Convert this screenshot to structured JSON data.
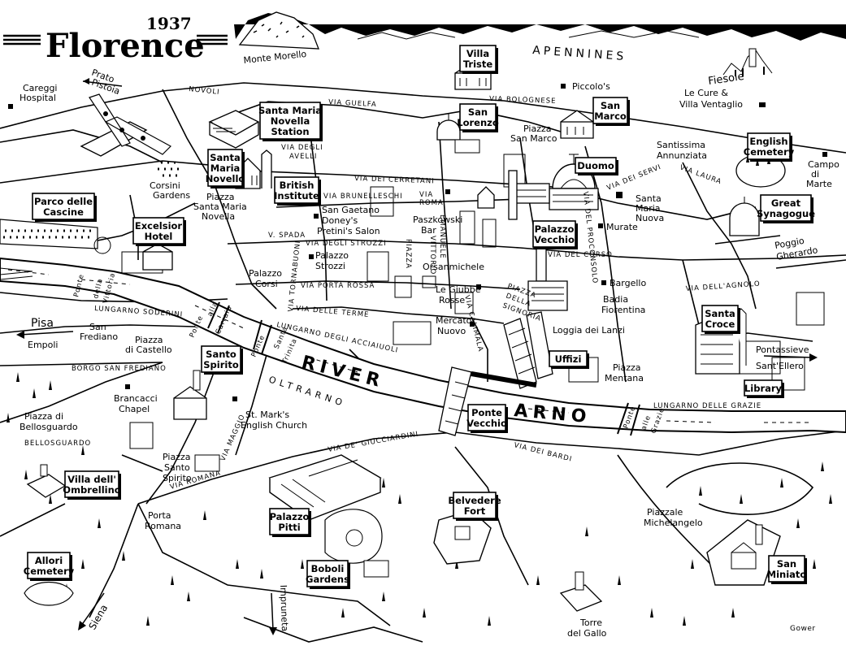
{
  "title": {
    "text": "Florence",
    "year": "1937"
  },
  "mountains": {
    "monte_morello": "Monte Morello",
    "apennines": "APENNINES",
    "fiesole": "Fiesole"
  },
  "river": {
    "name_1": "RIVER",
    "name_2": "ARNO"
  },
  "routes": {
    "prato": "Prato",
    "pistoia": "Pistoia",
    "pisa": "Pisa",
    "empoli": "Empoli",
    "pontassieve": "Pontassieve",
    "santellero": "Sant'Ellero",
    "siena": "Siena",
    "impruneta": "Impruneta"
  },
  "boxed_labels": {
    "villa_triste": [
      "Villa",
      "Triste"
    ],
    "sm_novella_station": [
      "Santa Maria",
      "Novella",
      "Station"
    ],
    "san_lorenzo": [
      "San",
      "Lorenzo"
    ],
    "san_marco": [
      "San",
      "Marco"
    ],
    "english_cemetery": [
      "English",
      "Cemetery"
    ],
    "parco_cascine": [
      "Parco delle",
      "Cascine"
    ],
    "santa_maria_novello": [
      "Santa",
      "Maria",
      "Novello"
    ],
    "british_institute": [
      "British",
      "Institute"
    ],
    "duomo": [
      "Duomo"
    ],
    "great_synagogue": [
      "Great",
      "Synagogue"
    ],
    "excelsior_hotel": [
      "Excelsior",
      "Hotel"
    ],
    "palazzo_vecchio": [
      "Palazzo",
      "Vecchio"
    ],
    "santa_croce": [
      "Santa",
      "Croce"
    ],
    "santo_spirito": [
      "Santo",
      "Spirito"
    ],
    "uffizi": [
      "Uffizi"
    ],
    "library": [
      "Library"
    ],
    "ponte_vecchio": [
      "Ponte",
      "Vecchio"
    ],
    "villa_ombrellino": [
      "Villa dell'",
      "Ombrellino"
    ],
    "belvedere_fort": [
      "Belvedere",
      "Fort"
    ],
    "palazzo_pitti": [
      "Palazzo",
      "Pitti"
    ],
    "allori_cemetery": [
      "Allori",
      "Cemetery"
    ],
    "boboli_gardens": [
      "Boboli",
      "Gardens"
    ],
    "san_miniato": [
      "San",
      "Miniato"
    ]
  },
  "places": {
    "careggi": [
      "Careggi",
      "Hospital"
    ],
    "novoli": "NOVOLI",
    "piccolos": "Piccolo's",
    "le_cure": [
      "Le Cure &",
      "Villa Ventaglio"
    ],
    "piazza_san_marco": [
      "Piazza",
      "San Marco"
    ],
    "ss_annunziata": [
      "Santissima",
      "Annunziata"
    ],
    "campo_di_marte": [
      "Campo",
      "di",
      "Marte"
    ],
    "corsini_gardens": [
      "Corsini",
      "Gardens"
    ],
    "piazza_smn": [
      "Piazza",
      "Santa Maria",
      "Novella"
    ],
    "san_gaetano": [
      "San Gaetano"
    ],
    "doneys": "Doney's",
    "pretinis": "Pretini's Salon",
    "paszkowski": [
      "Paszkowski",
      "Bar"
    ],
    "santa_maria_nuova": [
      "Santa",
      "Maria",
      "Nuova"
    ],
    "murate": "Murate",
    "palazzo_strozzi": [
      "Palazzo",
      "Strozzi"
    ],
    "palazzo_corsi": [
      "Palazzo",
      "Corsi"
    ],
    "orsanmichele": "Orsanmichele",
    "bargello": "Bargello",
    "badia": [
      "Badia",
      "Fiorentina"
    ],
    "poggio": [
      "Poggio",
      "Gherardo"
    ],
    "giubbe_rosse": [
      "Le Giubbe",
      "Rosse"
    ],
    "mercato_nuovo": [
      "Mercato",
      "Nuovo"
    ],
    "loggia": "Loggia dei Lanzi",
    "san_frediano": [
      "San",
      "Frediano"
    ],
    "piazza_castello": [
      "Piazza",
      "di Castello"
    ],
    "piazza_mentana": [
      "Piazza",
      "Mentana"
    ],
    "brancacci": [
      "Brancacci",
      "Chapel"
    ],
    "st_marks": [
      "St. Mark's",
      "English Church"
    ],
    "bellosguardo_piazza": [
      "Piazza di",
      "Bellosguardo"
    ],
    "bellosguardo": "BELLOSGUARDO",
    "piazza_santo_spirito": [
      "Piazza",
      "Santo",
      "Spirito"
    ],
    "porta_romana": [
      "Porta",
      "Romana"
    ],
    "piazzale": [
      "Piazzale",
      "Michelangelo"
    ],
    "torre_gallo": [
      "Torre",
      "del Gallo"
    ],
    "gower": "Gower"
  },
  "streets": {
    "via_guelfa": "VIA GUELFA",
    "via_bolognese": "VIA BOLOGNESE",
    "via_degli_avelli": [
      "VIA DEGLI",
      "AVELLI"
    ],
    "via_dei_cerretani": "VIA DEI CERRETANI",
    "via_brunelleschi": "VIA BRUNELLESCHI",
    "via_roma": [
      "VIA",
      "ROMA"
    ],
    "via_dei_servi": "VIA DEI SERVI",
    "via_laura": "VIA LAURA",
    "via_del_proconsolo": "VIA DEL PROCONSOLO",
    "v_spada": "V. SPADA",
    "via_strozzi": "VIA DEGLI STROZZI",
    "piazza_vittorio": [
      "PIAZZA",
      "VITTORIO",
      "EMANUELE"
    ],
    "via_del_corso": "VIA DEL CORSO",
    "via_tornabuoni": "VIA TORNABUONI",
    "via_porta_rossa": "VIA PORTA ROSSA",
    "via_agnolo": "VIA DELL'AGNOLO",
    "piazza_signoria": [
      "PIAZZA",
      "DELLA",
      "SIGNORIA"
    ],
    "via_calimala": "VIA CALIMALA",
    "via_terme": "VIA DELLE TERME",
    "lungarno_soderini": "LUNGARNO SODERINI",
    "ponte_vittoria": [
      "Ponte",
      "della",
      "Vittoria"
    ],
    "ponte_carraia": [
      "Ponte",
      "alla",
      "Carraia"
    ],
    "ponte_trinita": [
      "Ponte",
      "Santa",
      "Trinita"
    ],
    "lungarno_acciaiuoli": "LUNGARNO DEGLI ACCIAIUOLI",
    "borgo_san_frediano": "BORGO SAN FREDIANO",
    "oltrarno": "OLTRARNO",
    "lungarno_grazie": "LUNGARNO DELLE GRAZIE",
    "ponte_grazie": [
      "Ponte",
      "alle",
      "Grazie"
    ],
    "via_maggio": "VIA MAGGIO",
    "via_guicciardini": "VIA DE' GIUCCIARDINI",
    "via_dei_bardi": "VIA DEI BARDI",
    "via_romana": "VIA ROMANA"
  }
}
